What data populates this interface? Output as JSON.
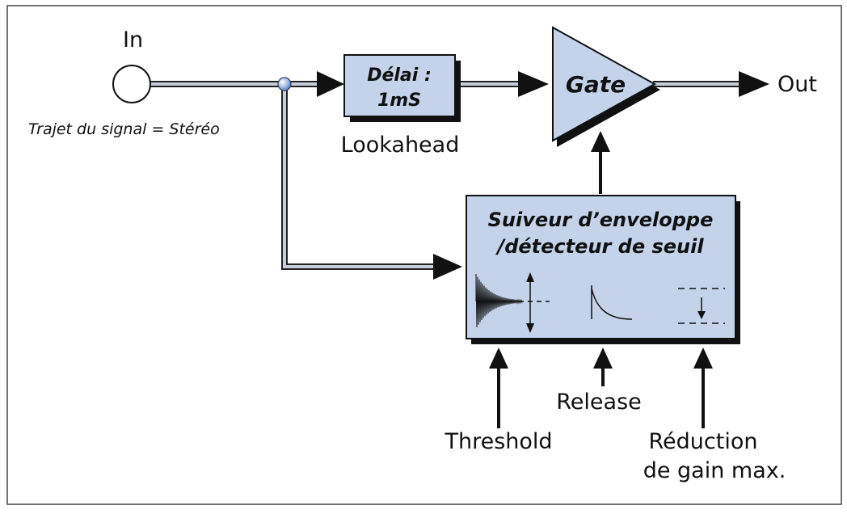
{
  "labels": {
    "input": "In",
    "output": "Out",
    "signal_path": "Trajet du signal = Stéréo",
    "lookahead": "Lookahead",
    "release": "Release",
    "threshold": "Threshold",
    "gain_reduction_line1": "Réduction",
    "gain_reduction_line2": "de gain max."
  },
  "blocks": {
    "delay_line1": "Délai :",
    "delay_line2": "1mS",
    "gate": "Gate",
    "envelope_line1": "Suiveur d’enveloppe",
    "envelope_line2": "/détecteur de seuil"
  },
  "colors": {
    "block_fill": "#c4d2ea",
    "line_dark": "#222222",
    "line_light": "#c7cdd9",
    "border": "#444444"
  }
}
